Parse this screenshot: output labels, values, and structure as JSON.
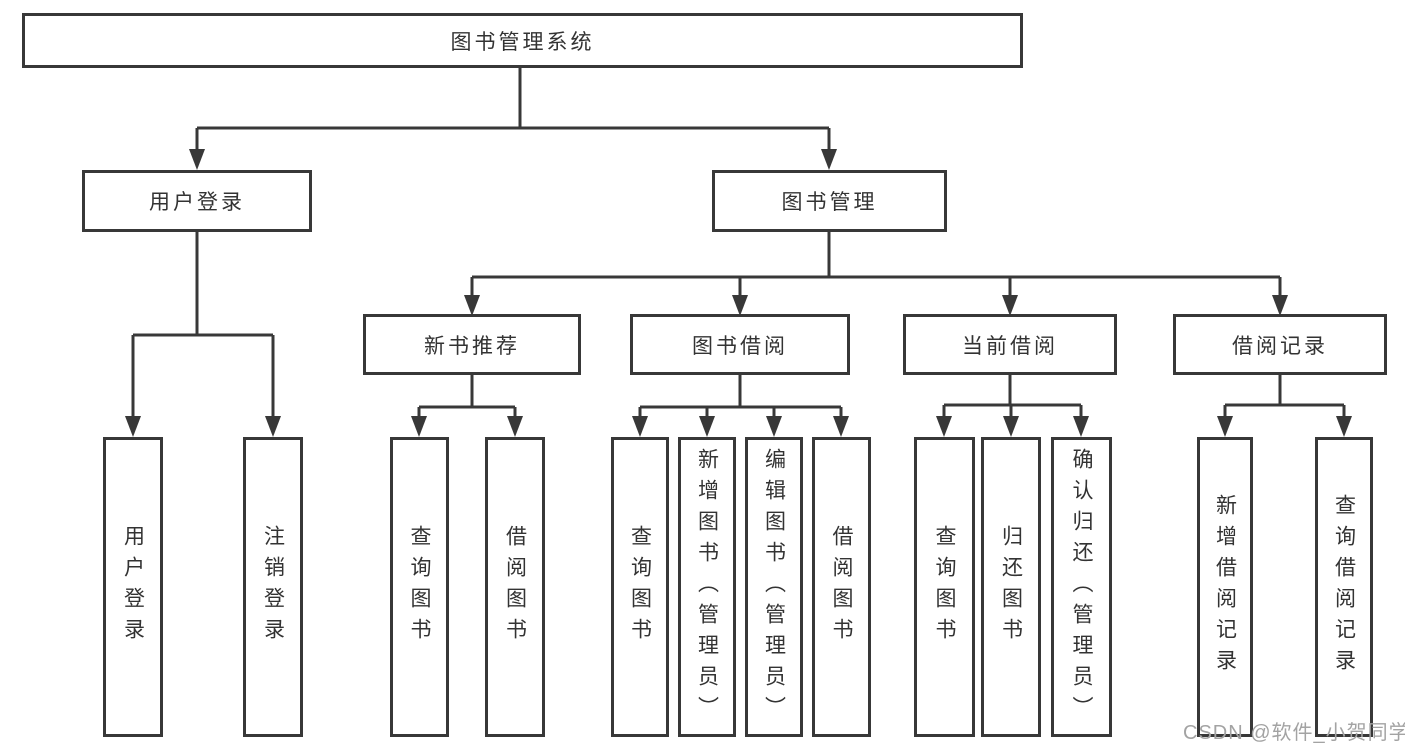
{
  "tree": {
    "root": {
      "label": "图书管理系统"
    },
    "branches": {
      "user_login": {
        "label": "用户登录",
        "children": [
          {
            "label": "用户登录"
          },
          {
            "label": "注销登录"
          }
        ]
      },
      "book_management": {
        "label": "图书管理",
        "children": [
          {
            "label": "新书推荐",
            "children": [
              {
                "label": "查询图书"
              },
              {
                "label": "借阅图书"
              }
            ]
          },
          {
            "label": "图书借阅",
            "children": [
              {
                "label": "查询图书"
              },
              {
                "label": "新增图书（管理员）"
              },
              {
                "label": "编辑图书（管理员）"
              },
              {
                "label": "借阅图书"
              }
            ]
          },
          {
            "label": "当前借阅",
            "children": [
              {
                "label": "查询图书"
              },
              {
                "label": "归还图书"
              },
              {
                "label": "确认归还（管理员）"
              }
            ]
          },
          {
            "label": "借阅记录",
            "children": [
              {
                "label": "新增借阅记录"
              },
              {
                "label": "查询借阅记录"
              }
            ]
          }
        ]
      }
    }
  },
  "watermark": {
    "text": "CSDN @软件_小贺同学"
  },
  "colors": {
    "line": "#383838",
    "text": "#333333",
    "background": "#ffffff",
    "watermark": "#a3a3a3"
  }
}
